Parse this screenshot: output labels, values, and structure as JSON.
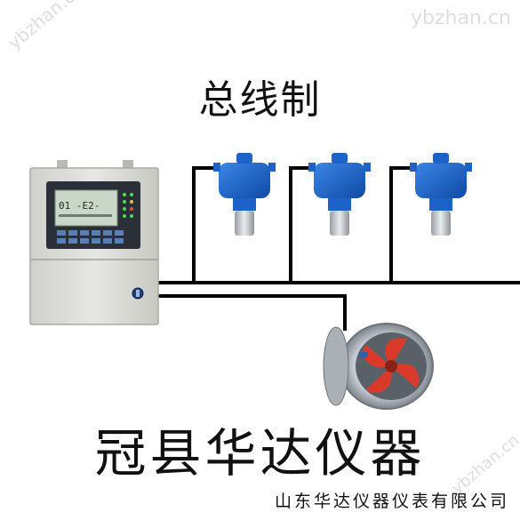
{
  "title": "总线制",
  "brand": "冠县华达仪器",
  "company": "山东华达仪器仪表有限公司",
  "watermark": "ybzhan.cn",
  "controller": {
    "display_text": "01 -E2- ",
    "colors": {
      "panel": "#dcdcd6",
      "screen": "#2a2f38"
    }
  },
  "colors": {
    "wire": "#000000",
    "detector": "#1c62c8",
    "fan_blade": "#d93a2a"
  }
}
